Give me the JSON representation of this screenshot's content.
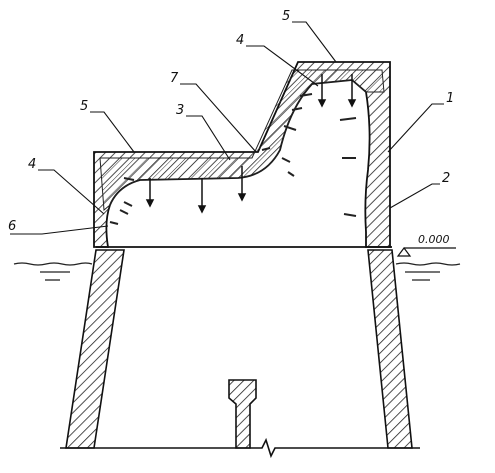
{
  "callouts": [
    {
      "id": "c1",
      "text": "1"
    },
    {
      "id": "c2",
      "text": "2"
    },
    {
      "id": "c3",
      "text": "3"
    },
    {
      "id": "c4a",
      "text": "4"
    },
    {
      "id": "c4b",
      "text": "4"
    },
    {
      "id": "c5a",
      "text": "5"
    },
    {
      "id": "c5b",
      "text": "5"
    },
    {
      "id": "c6",
      "text": "6"
    },
    {
      "id": "c7",
      "text": "7"
    }
  ],
  "level_mark": "0.000"
}
